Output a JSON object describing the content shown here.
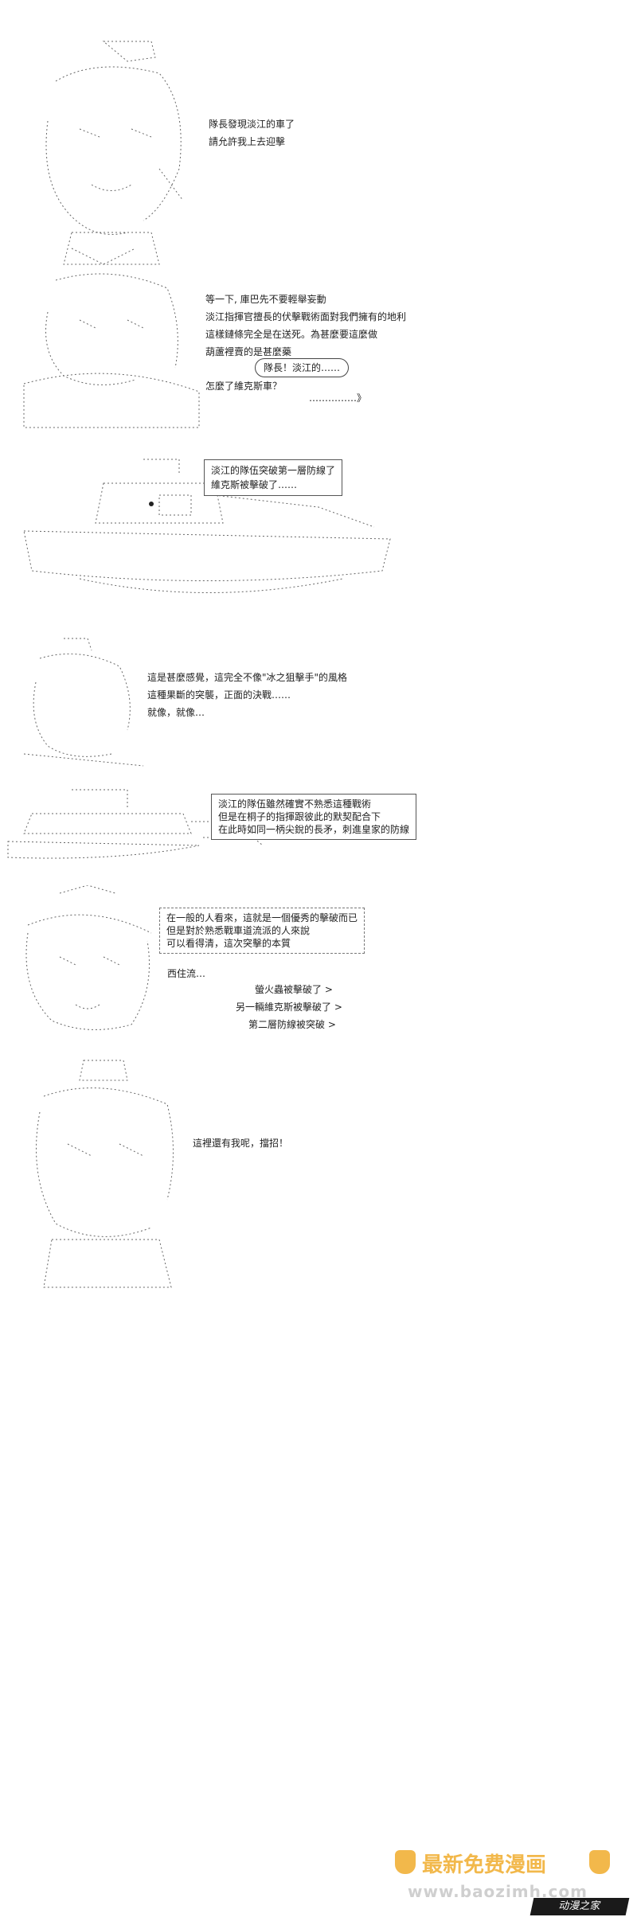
{
  "panels": [
    {
      "lines": [
        "隊長發現淡江的車了",
        "請允許我上去迎擊"
      ]
    },
    {
      "lines": [
        "等一下, 庫巴先不要輕舉妄動",
        "淡江指揮官擅長的伏擊戰術面對我們擁有的地利",
        "這樣鏈條完全是在送死。為甚麼要這麼做",
        "葫蘆裡賣的是甚麼藥"
      ],
      "bubble": "隊長！淡江的……",
      "extra": [
        "怎麼了維克斯車？"
      ],
      "trail": "……………》"
    },
    {
      "box_lines": [
        "淡江的隊伍突破第一層防線了",
        "維克斯被擊破了……"
      ]
    },
    {
      "lines": [
        "這是甚麼感覺，這完全不像\"冰之狙擊手\"的風格",
        "這種果斷的突襲，正面的決戰……",
        "就像，就像…"
      ]
    },
    {
      "box_lines": [
        "淡江的隊伍雖然確實不熟悉這種戰術",
        "但是在桐子的指揮跟彼此的默契配合下",
        "在此時如同一柄尖銳的長矛，刺進皇家的防線"
      ]
    },
    {
      "box_lines": [
        "在一般的人看來，這就是一個優秀的擊破而已",
        "但是對於熟悉戰車道流派的人來說",
        "可以看得清，這次突擊的本質"
      ],
      "lines": [
        "西住流…"
      ],
      "reports": [
        "螢火蟲被擊破了 >",
        "另一輛維克斯被擊破了 >",
        "第二層防線被突破 >"
      ]
    },
    {
      "lines": [
        "這裡還有我呢，擋招！"
      ]
    }
  ],
  "watermark": {
    "title": "最新免费漫画",
    "url": "www.baozimh.com",
    "logo": "动漫之家"
  }
}
